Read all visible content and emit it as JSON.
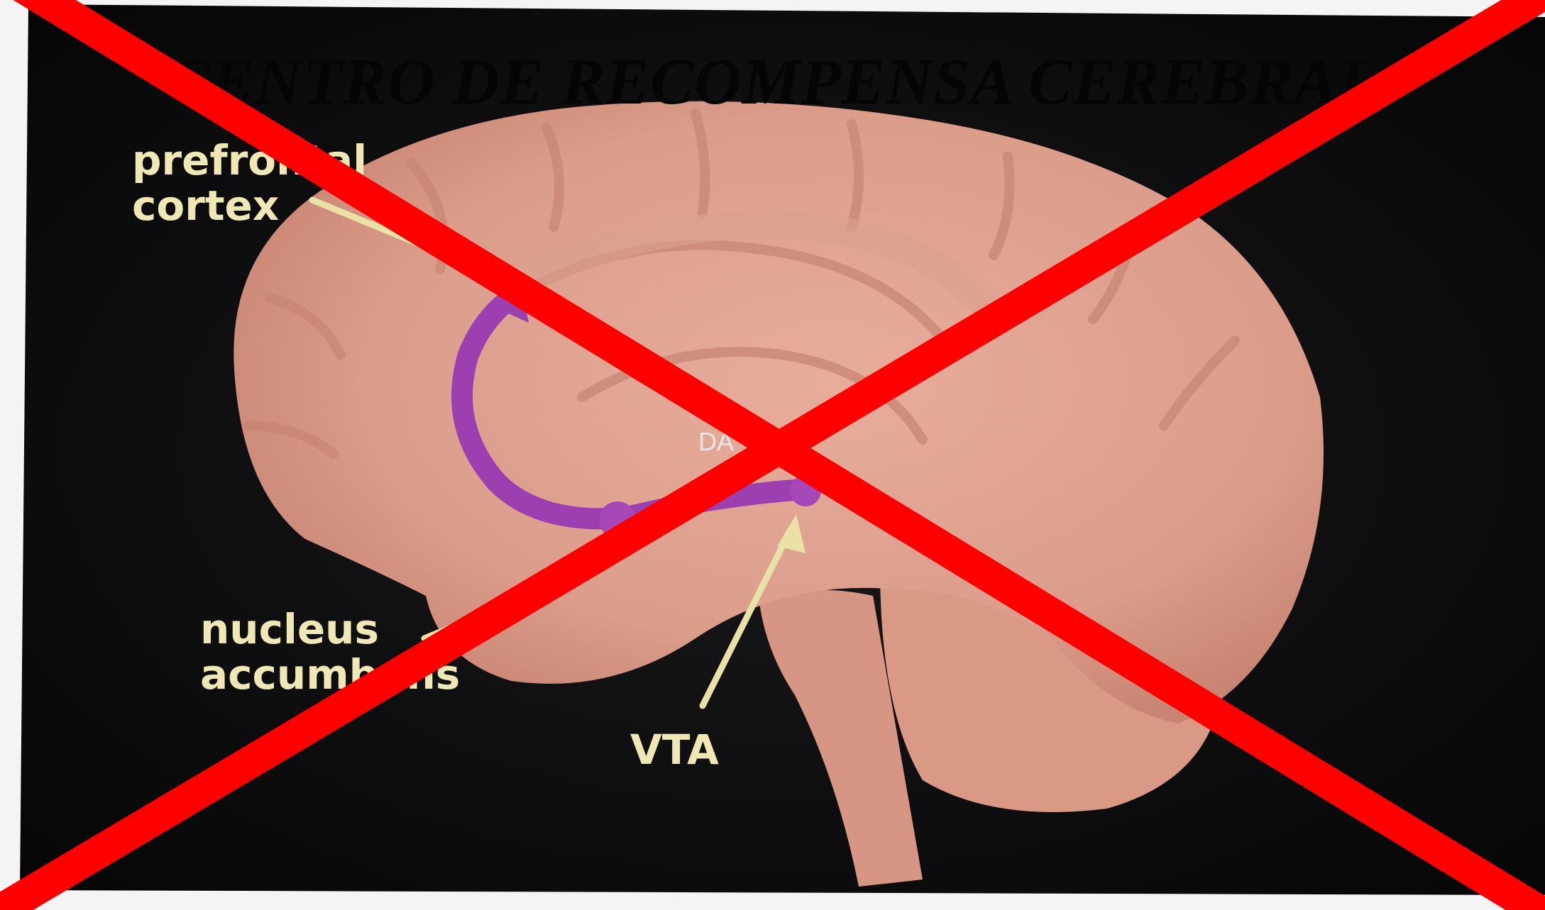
{
  "title": "CENTRO DE RECOMPENSA CEREBRAL",
  "labels": {
    "prefrontal": "prefrontal\ncortex",
    "nucleus": "nucleus\naccumbens",
    "vta": "VTA",
    "da": "DA"
  },
  "colors": {
    "background": "#0b0b0d",
    "brain": "#e3a595",
    "pathway": "#9c3fb0",
    "label_text": "#efe8b4",
    "cross": "#ff0000"
  }
}
